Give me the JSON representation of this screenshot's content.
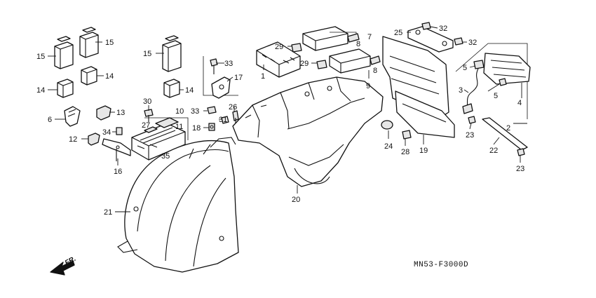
{
  "diagram": {
    "code": "MN53-F3000D",
    "direction_label": "FR.",
    "labels": [
      "15",
      "15",
      "15",
      "14",
      "14",
      "14",
      "6",
      "13",
      "30",
      "10",
      "12",
      "34",
      "27",
      "11",
      "16",
      "35",
      "33",
      "17",
      "33",
      "31",
      "26",
      "18",
      "29",
      "29",
      "7",
      "8",
      "8",
      "1",
      "9",
      "25",
      "32",
      "32",
      "5",
      "5",
      "3",
      "4",
      "2",
      "24",
      "28",
      "19",
      "23",
      "22",
      "23",
      "21",
      "20"
    ]
  }
}
